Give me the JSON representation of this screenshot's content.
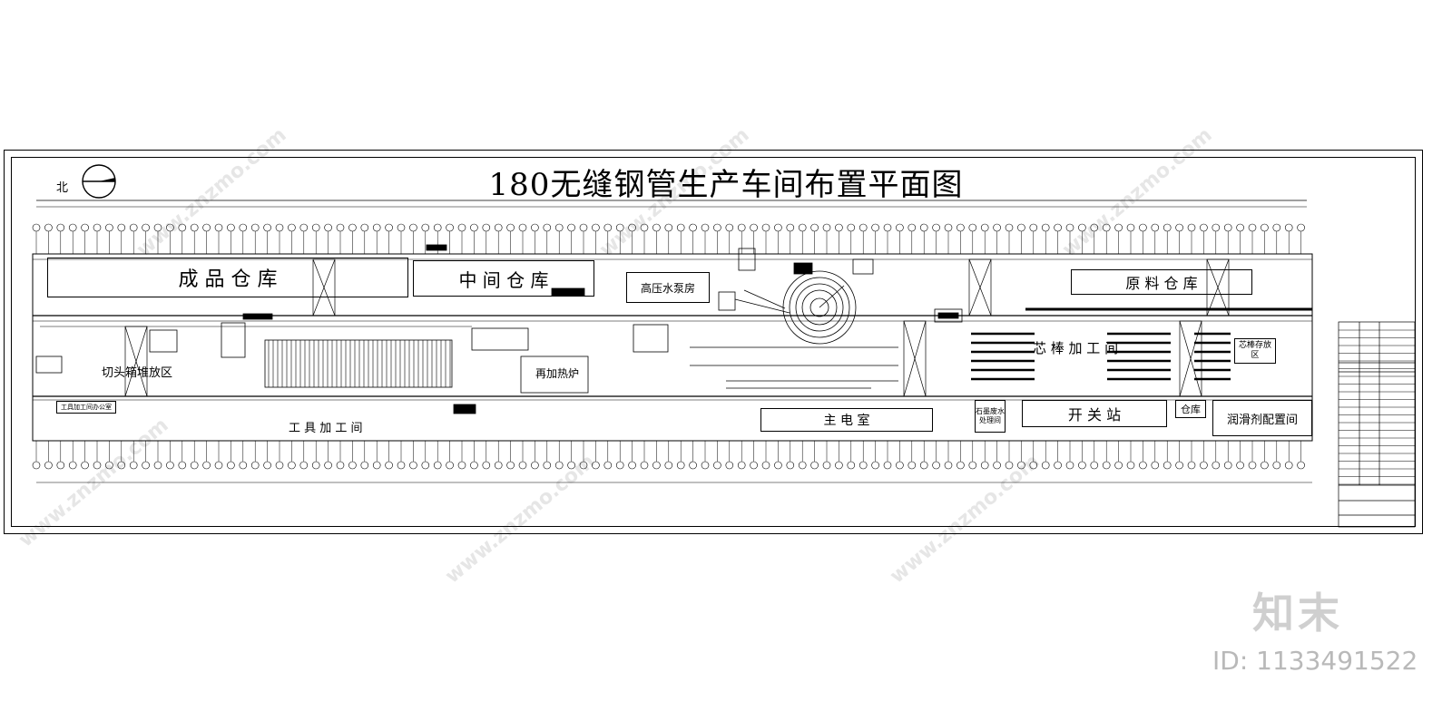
{
  "drawing": {
    "title": "180无缝钢管生产车间布置平面图",
    "north_label": "北",
    "rooms": {
      "finished_warehouse": "成 品 仓 库",
      "middle_warehouse": "中 间 仓 库",
      "hp_pump_room": "高压水泵房",
      "raw_warehouse": "原 料 仓 库",
      "mandrel_processing": "芯 棒 加 工 间",
      "mandrel_storage": "芯棒存放区",
      "crop_box_area": "切头箱堆放区",
      "tool_office": "工具加工间办公室",
      "tool_workshop": "工 具 加 工 间",
      "reheating_furnace": "再加热炉",
      "main_electric_room": "主 电 室",
      "graphite_room": "石墨废水处理间",
      "switch_station": "开 关 站",
      "store_room": "仓库",
      "lubricant_room": "润滑剂配置间"
    }
  },
  "branding": {
    "logo_text": "知末",
    "id_text": "ID: 1133491522",
    "watermark": "www.znzmo.com"
  }
}
